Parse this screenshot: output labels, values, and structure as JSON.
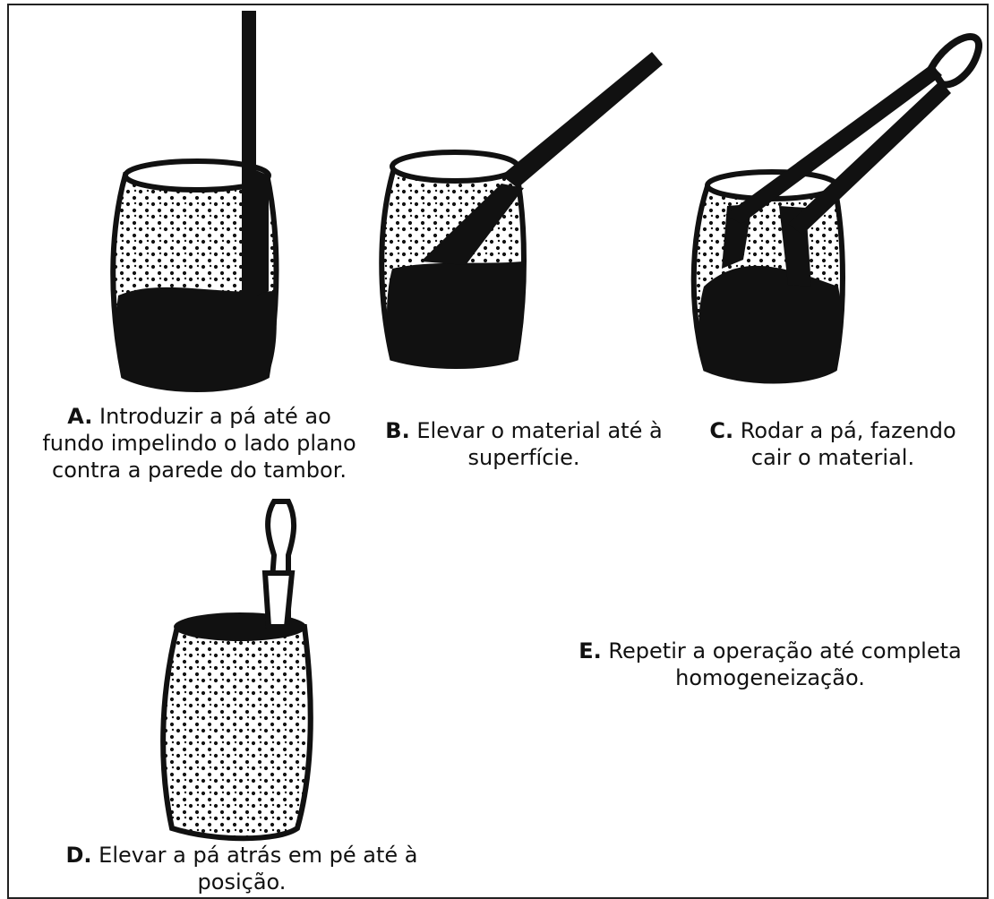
{
  "steps": [
    {
      "id": "A",
      "letter": "A.",
      "text": "Introduzir a pá até ao fundo impelindo o lado plano contra a parede do tambor."
    },
    {
      "id": "B",
      "letter": "B.",
      "text": "Elevar o material até à superfície."
    },
    {
      "id": "C",
      "letter": "C.",
      "text": "Rodar a pá, fazendo cair o material."
    },
    {
      "id": "D",
      "letter": "D.",
      "text": "Elevar a pá atrás em pé até à posição."
    },
    {
      "id": "E",
      "letter": "E.",
      "text": "Repetir a operação até completa homogeneização."
    }
  ]
}
